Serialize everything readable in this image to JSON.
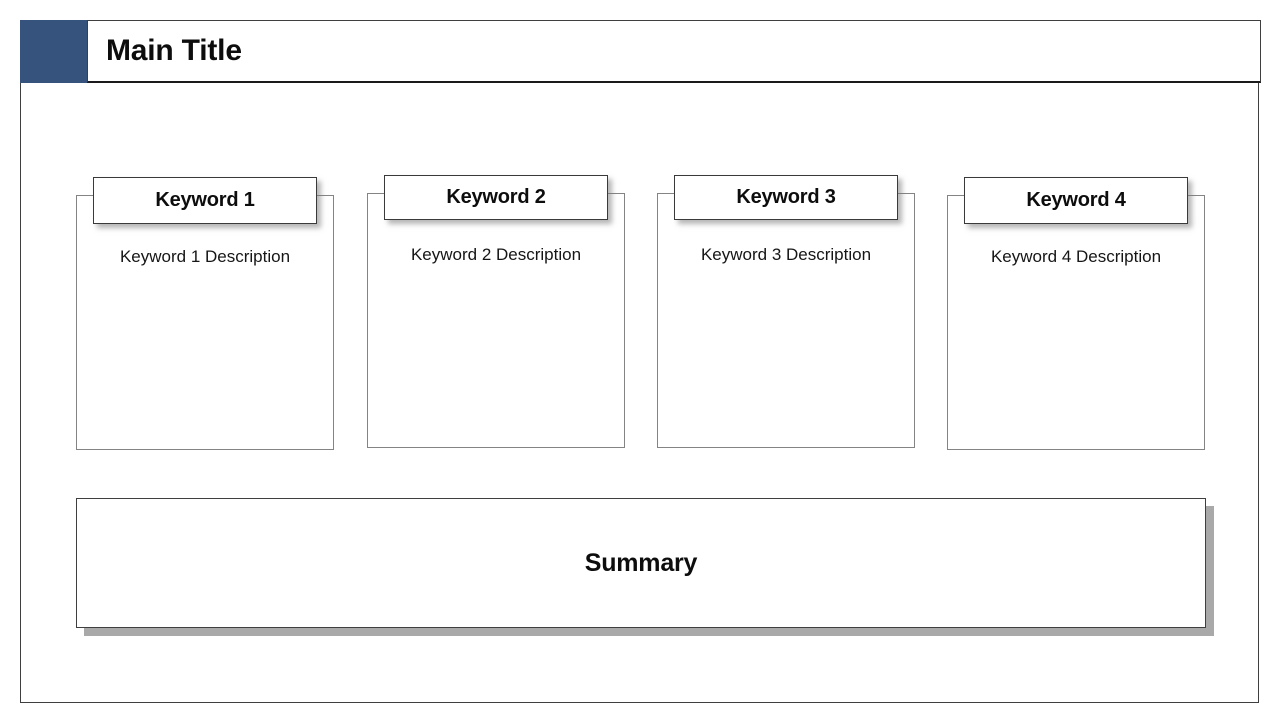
{
  "slide": {
    "title": "Main Title",
    "accent_color": "#35537c",
    "border_color": "#3f3f3f",
    "background": "#ffffff"
  },
  "cards": [
    {
      "keyword": "Keyword 1",
      "description": "Keyword 1 Description"
    },
    {
      "keyword": "Keyword 2",
      "description": "Keyword 2 Description"
    },
    {
      "keyword": "Keyword 3",
      "description": "Keyword 3 Description"
    },
    {
      "keyword": "Keyword 4",
      "description": "Keyword 4 Description"
    }
  ],
  "summary": {
    "label": "Summary"
  }
}
